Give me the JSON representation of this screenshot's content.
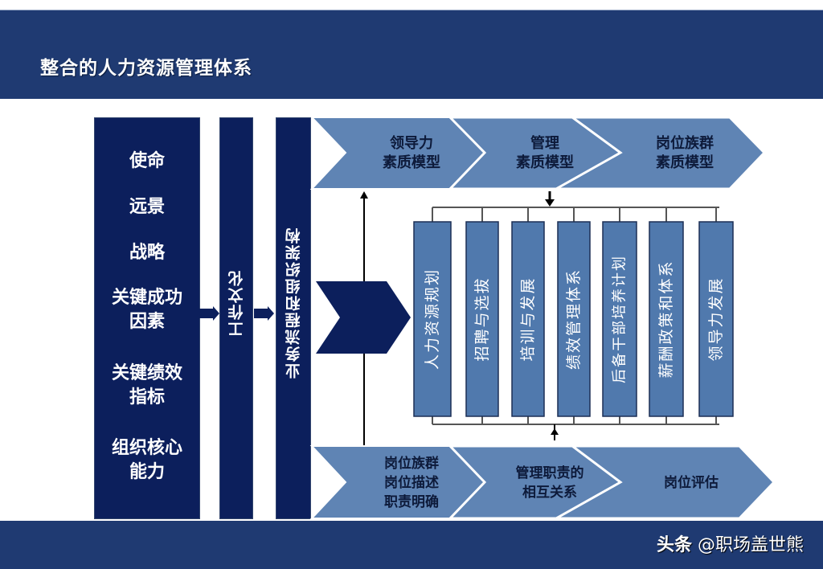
{
  "header": {
    "title": "整合的人力资源管理体系"
  },
  "left_column": {
    "items": [
      "使命",
      "远景",
      "战略",
      "关键成功\n因素",
      "关键绩效\n指标",
      "组织核心\n能力"
    ]
  },
  "culture_column": {
    "label": "工作文化"
  },
  "process_column": {
    "label": "业务流程和组织架构"
  },
  "top_chevrons": [
    {
      "line1": "领导力",
      "line2": "素质模型"
    },
    {
      "line1": "管理",
      "line2": "素质模型"
    },
    {
      "line1": "岗位族群",
      "line2": "素质模型"
    }
  ],
  "hr_functions": [
    "人力资源规划",
    "招聘与选拔",
    "培训与发展",
    "绩效管理体系",
    "后备干部培养计划",
    "薪酬政策和体系",
    "领导力发展"
  ],
  "bottom_chevrons": [
    {
      "lines": [
        "岗位族群",
        "岗位描述",
        "职责明确"
      ]
    },
    {
      "lines": [
        "管理职责的",
        "相互关系"
      ]
    },
    {
      "lines": [
        "岗位评估"
      ]
    }
  ],
  "footer": {
    "watermark_brand": "头条",
    "watermark_handle": "@职场盖世熊"
  },
  "colors": {
    "navy": "#0c1f5c",
    "header_blue": "#1f3a72",
    "chevron_blue": "#5f84b4",
    "bar_blue": "#5079ad"
  }
}
